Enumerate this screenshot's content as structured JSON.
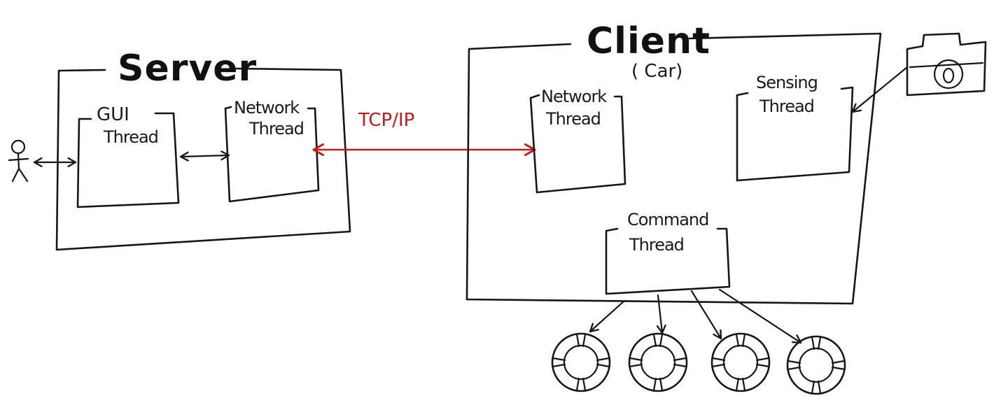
{
  "colors": {
    "ink": "#161616",
    "accent": "#c41a1a",
    "background": "#ffffff"
  },
  "server": {
    "title": "Server",
    "gui_thread": {
      "line1": "GUI",
      "line2": "Thread"
    },
    "network_thread": {
      "line1": "Network",
      "line2": "Thread"
    }
  },
  "client": {
    "title": "Client",
    "subtitle": "( Car)",
    "network_thread": {
      "line1": "Network",
      "line2": "Thread"
    },
    "sensing_thread": {
      "line1": "Sensing",
      "line2": "Thread"
    },
    "command_thread": {
      "line1": "Command",
      "line2": "Thread"
    }
  },
  "link": {
    "label": "TCP/IP"
  },
  "icons": [
    "person-icon",
    "camera-icon",
    "wheel-icon"
  ]
}
